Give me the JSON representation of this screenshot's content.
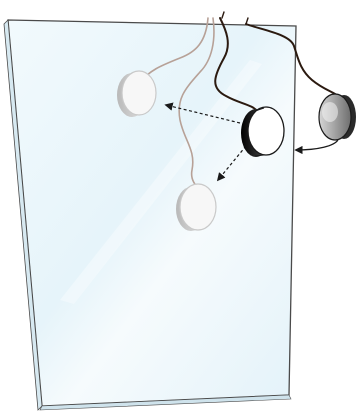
{
  "illustration": {
    "alt": "",
    "colors": {
      "background": "#ffffff",
      "panel_fill": "#eaf6fb",
      "panel_edge": "#4a4a4a",
      "panel_highlight": "#ffffff",
      "cable_dark": "#2b1a10",
      "cable_faded": "#b7a197",
      "light_face": "#ffffff",
      "light_rim": "#1a1a1a",
      "ghost_rim": "#c9c9c9",
      "ghost_face": "#f7f7f7",
      "arrow": "#1a1a1a"
    },
    "icons": [
      "round-puck-light",
      "faded-light-position",
      "dashed-arrow",
      "wall-mirror-panel"
    ]
  }
}
